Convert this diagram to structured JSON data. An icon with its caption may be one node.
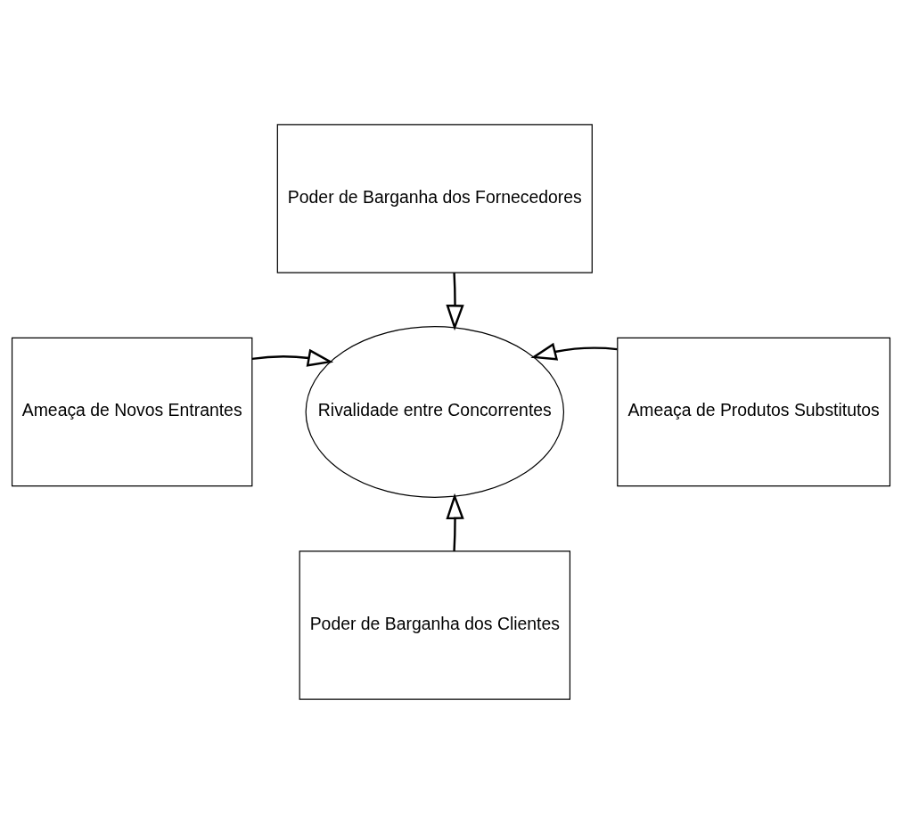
{
  "diagram": {
    "nodes": [
      {
        "text": [
          "Rivalidade entre Concorrentes"
        ]
      },
      {
        "text": [
          "Poder de Barganha dos Fornecedores"
        ]
      },
      {
        "text": [
          "Ameaça de Novos Entrantes"
        ]
      },
      {
        "text": [
          "Ameaça de Produtos Substitutos"
        ]
      },
      {
        "text": [
          "Poder de Barganha dos Clientes"
        ]
      }
    ],
    "edges": [
      {
        "from": 1,
        "to": 0,
        "arrow": "to"
      },
      {
        "from": 2,
        "to": 0,
        "arrow": "to"
      },
      {
        "from": 3,
        "to": 0,
        "arrow": "to"
      },
      {
        "from": 4,
        "to": 0,
        "arrow": "to"
      }
    ]
  }
}
